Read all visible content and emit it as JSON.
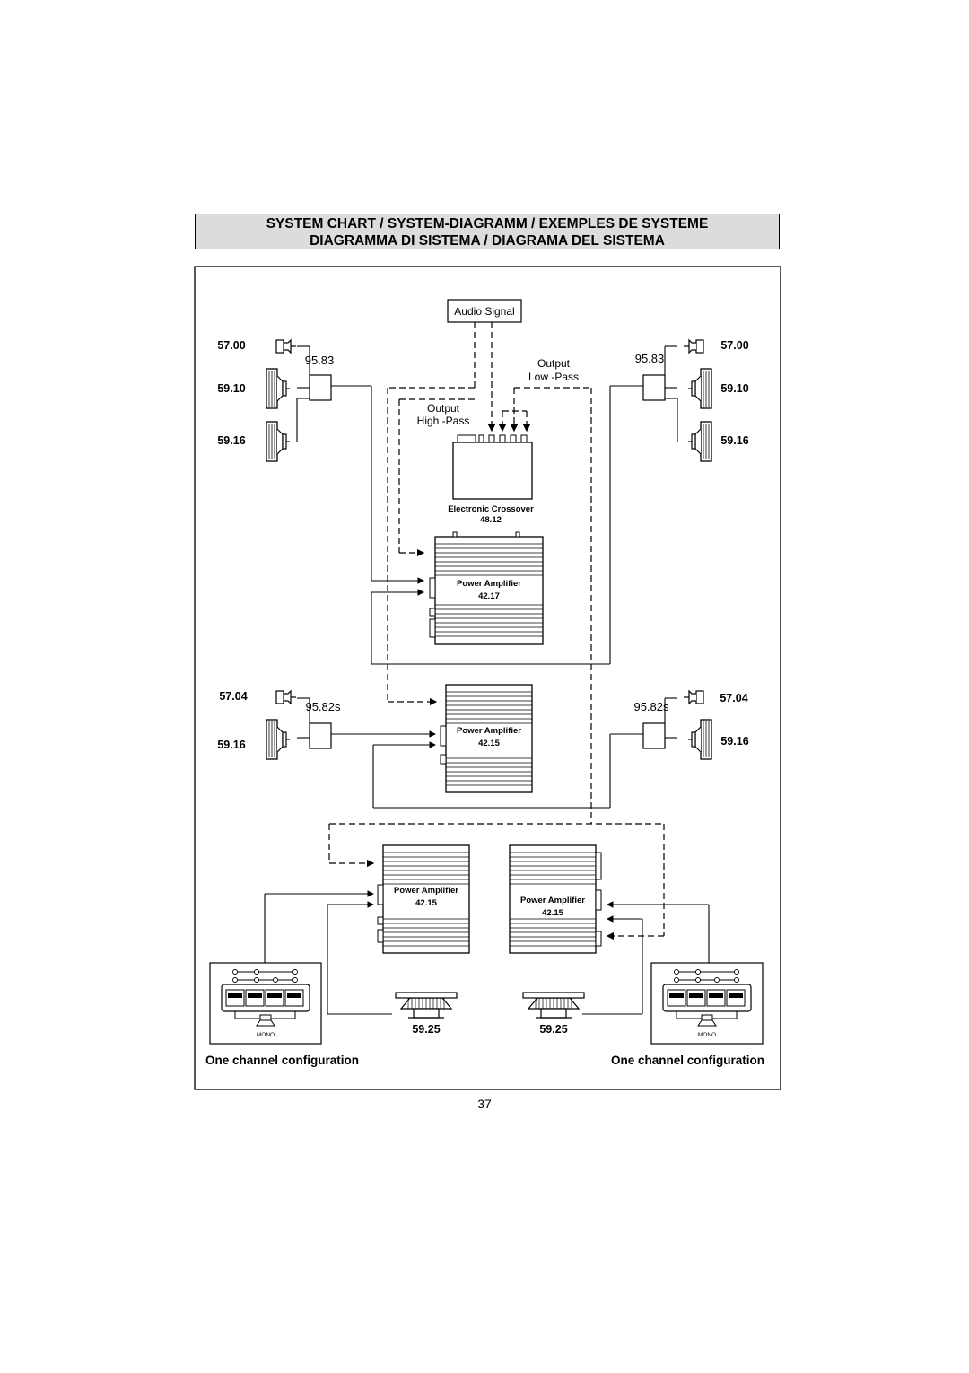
{
  "header": {
    "line1": "SYSTEM CHART / SYSTEM-DIAGRAMM / EXEMPLES DE SYSTEME",
    "line2": "DIAGRAMMA DI SISTEMA / DIAGRAMA DEL SISTEMA"
  },
  "diagram": {
    "audio_signal": "Audio Signal",
    "output_low_1": "Output",
    "output_low_2": "Low -Pass",
    "output_high_1": "Output",
    "output_high_2": "High -Pass",
    "crossover_name": "Electronic Crossover",
    "crossover_model": "48.12",
    "amp1_name": "Power Amplifier",
    "amp1_model": "42.17",
    "amp2_name": "Power Amplifier",
    "amp2_model": "42.15",
    "amp3_name": "Power Amplifier",
    "amp3_model": "42.15",
    "amp4_name": "Power Amplifier",
    "amp4_model": "42.15",
    "tweeter_front": "57.00",
    "mid_front": "59.10",
    "woofer_front": "59.16",
    "xover_front": "95.83",
    "tweeter_rear": "57.04",
    "woofer_rear": "59.16",
    "xover_rear": "95.82s",
    "sub_left": "59.25",
    "sub_right": "59.25",
    "mono_left": "MONO",
    "mono_right": "MONO",
    "caption_left": "One channel configuration",
    "caption_right": "One channel configuration"
  },
  "page_number": "37"
}
